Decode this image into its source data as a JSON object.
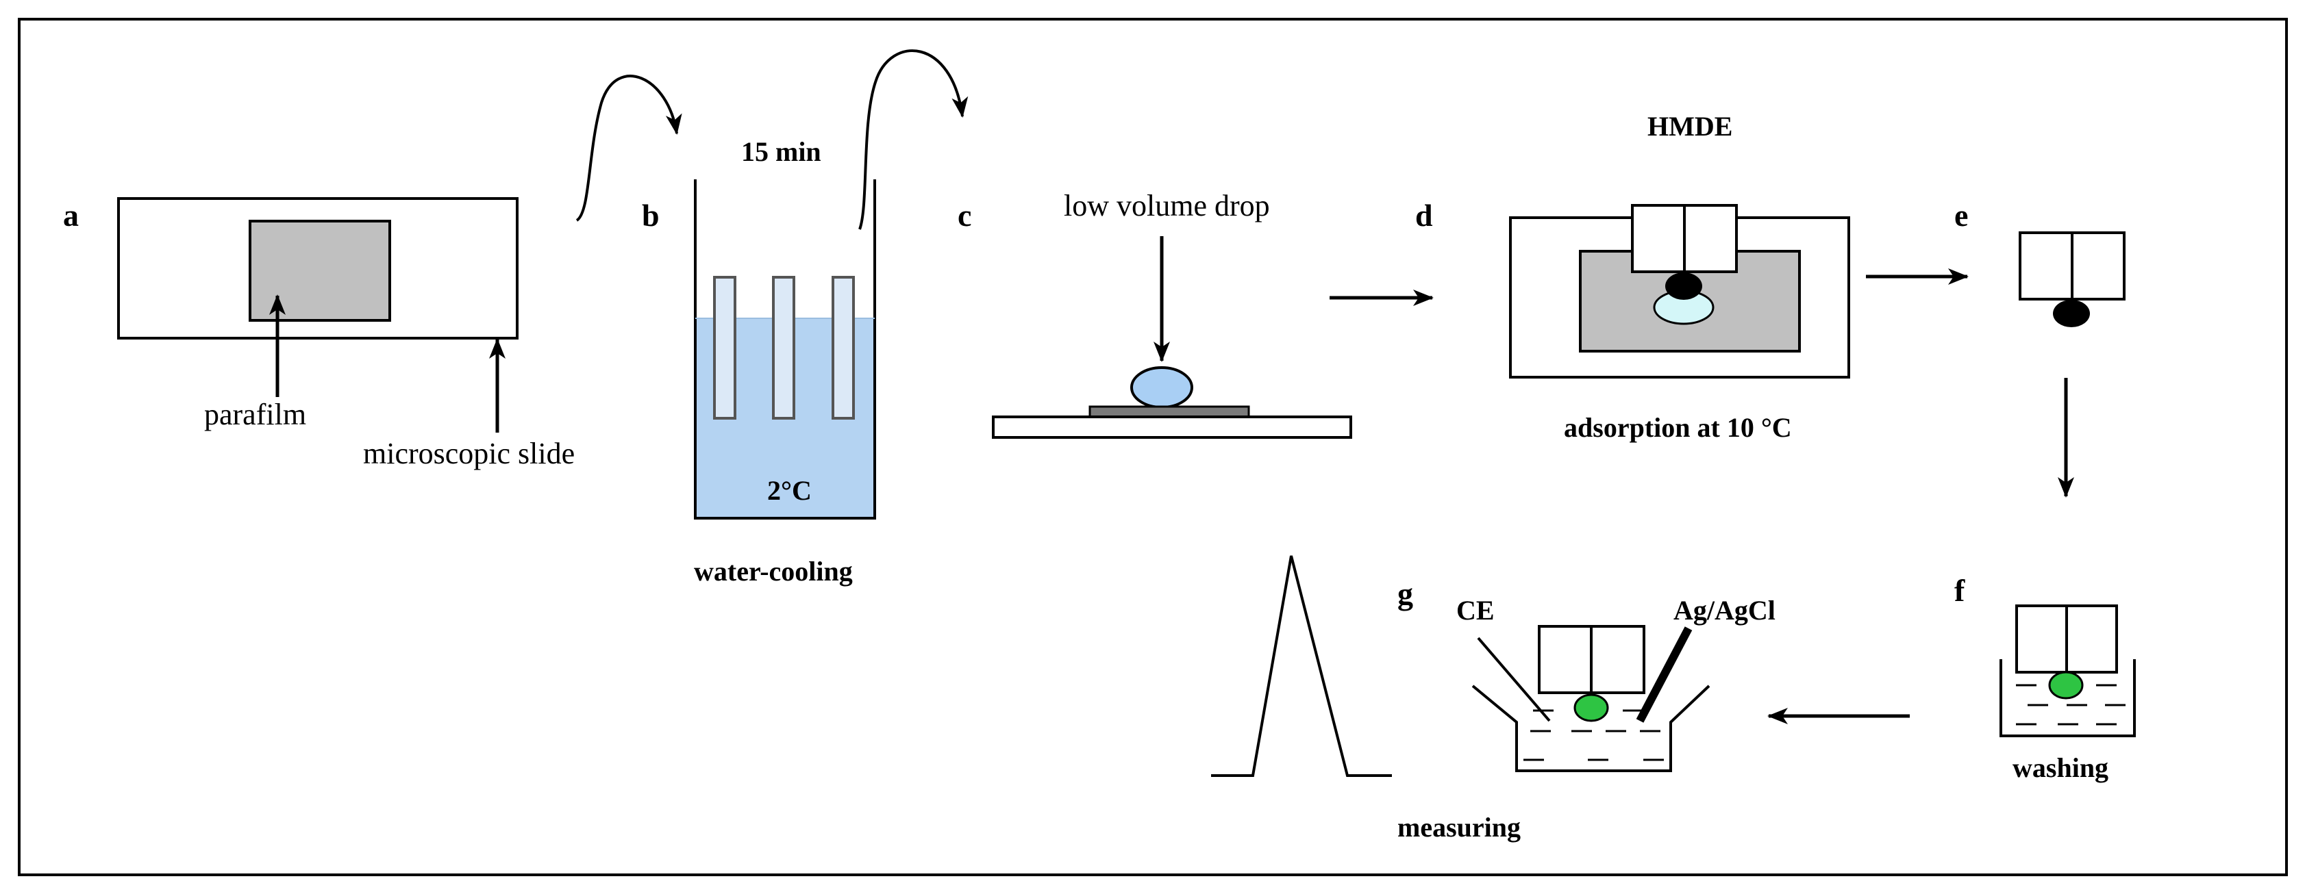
{
  "steps": {
    "a": "a",
    "b": "b",
    "c": "c",
    "d": "d",
    "e": "e",
    "f": "f",
    "g": "g"
  },
  "labels": {
    "parafilm": "parafilm",
    "microscopic_slide": "microscopic slide",
    "time": "15 min",
    "temperature_bath": "2°C",
    "water_cooling": "water-cooling",
    "low_volume_drop": "low volume drop",
    "hmde": "HMDE",
    "adsorption": "adsorption at 10 °C",
    "washing": "washing",
    "ce": "CE",
    "reference_electrode": "Ag/AgCl",
    "measuring": "measuring"
  },
  "colors": {
    "water": "#b4d3f2",
    "tube": "#dce9f7",
    "drop": "#a9cff4",
    "parafilm": "#c0c0c0",
    "mercury_drop": "#000000",
    "adsorbed_drop": "#2ec443",
    "sample_drop": "#d4f6f8"
  }
}
